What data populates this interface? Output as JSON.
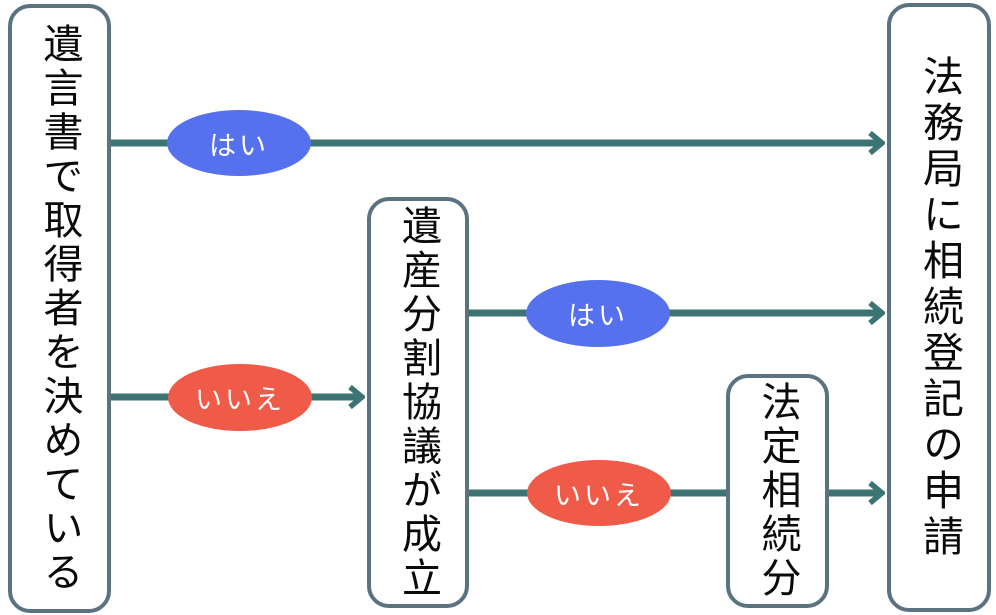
{
  "diagram": {
    "title": "inheritance-registration-flowchart",
    "nodes": [
      {
        "id": "will-decision",
        "label": "遺言書で取得者を決めている"
      },
      {
        "id": "division-agreement",
        "label": "遺産分割協議が成立"
      },
      {
        "id": "statutory-share",
        "label": "法定相続分"
      },
      {
        "id": "registration-application",
        "label": "法務局に相続登記の申請"
      }
    ],
    "edges": [
      {
        "from": "will-decision",
        "to": "registration-application",
        "label": "はい",
        "kind": "yes"
      },
      {
        "from": "will-decision",
        "to": "division-agreement",
        "label": "いいえ",
        "kind": "no"
      },
      {
        "from": "division-agreement",
        "to": "registration-application",
        "label": "はい",
        "kind": "yes"
      },
      {
        "from": "division-agreement",
        "to": "statutory-share",
        "then_to": "registration-application",
        "label": "いいえ",
        "kind": "no"
      }
    ],
    "colors": {
      "yes_fill": "#5571ee",
      "no_fill": "#f05a48",
      "connector": "#3b7472",
      "node_border": "#5b7380",
      "node_fill": "#ffffff",
      "text": "#0a0a0a",
      "label_text": "#ffffff",
      "background": "#ffffff"
    }
  }
}
